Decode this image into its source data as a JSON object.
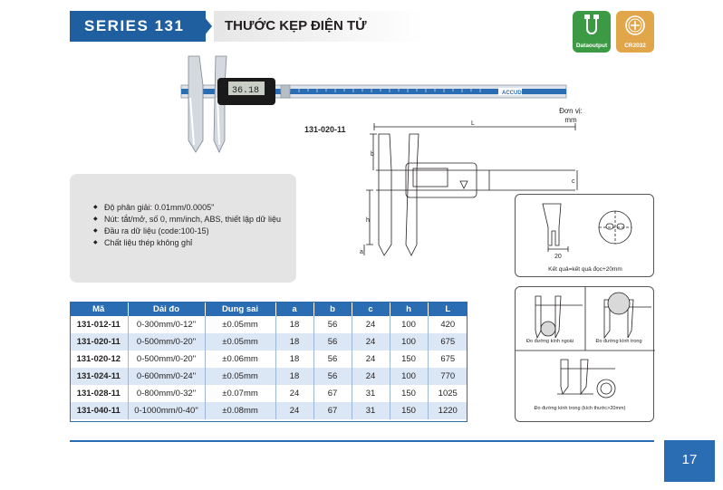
{
  "header": {
    "series": "SERIES 131",
    "title": "THƯỚC KẸP ĐIỆN TỬ"
  },
  "badges": {
    "data_output": "Dataoutput",
    "battery": "CR2032",
    "data_output_color": "#3c9a45",
    "battery_color": "#e2a64a"
  },
  "product": {
    "code": "131-020-11",
    "display_reading": "36.18",
    "brand": "ACCUD"
  },
  "unit": {
    "line1": "Đơn vị:",
    "line2": "mm"
  },
  "features": [
    "Độ phân giải: 0.01mm/0.0005\"",
    "Nút: tắt/mở, số 0, mm/inch, ABS, thiết lập dữ liệu",
    "Đầu ra dữ liệu (code:100-15)",
    "Chất liệu thép không ghỉ"
  ],
  "drawing_labels": {
    "L": "L",
    "b": "b",
    "h": "h",
    "a": "a",
    "c": "c",
    "twenty": "20"
  },
  "precision_caption": "Kết quả=kết quả đọc+20mm",
  "measure_captions": {
    "outside": "Đo đường kính ngoài",
    "inside": "Đo đường kính trong",
    "inside_large": "Đo đường kính trong (kích thước>20mm)"
  },
  "table": {
    "headers": [
      "Mã",
      "Dải đo",
      "Dung sai",
      "a",
      "b",
      "c",
      "h",
      "L"
    ],
    "rows": [
      [
        "131-012-11",
        "0-300mm/0-12\"",
        "±0.05mm",
        "18",
        "56",
        "24",
        "100",
        "420"
      ],
      [
        "131-020-11",
        "0-500mm/0-20\"",
        "±0.05mm",
        "18",
        "56",
        "24",
        "100",
        "675"
      ],
      [
        "131-020-12",
        "0-500mm/0-20\"",
        "±0.06mm",
        "18",
        "56",
        "24",
        "150",
        "675"
      ],
      [
        "131-024-11",
        "0-600mm/0-24\"",
        "±0.05mm",
        "18",
        "56",
        "24",
        "100",
        "770"
      ],
      [
        "131-028-11",
        "0-800mm/0-32\"",
        "±0.07mm",
        "24",
        "67",
        "31",
        "150",
        "1025"
      ],
      [
        "131-040-11",
        "0-1000mm/0-40\"",
        "±0.08mm",
        "24",
        "67",
        "31",
        "150",
        "1220"
      ]
    ]
  },
  "page_number": "17",
  "colors": {
    "brand_blue": "#2a6db3",
    "header_blue": "#1f5fa0"
  }
}
